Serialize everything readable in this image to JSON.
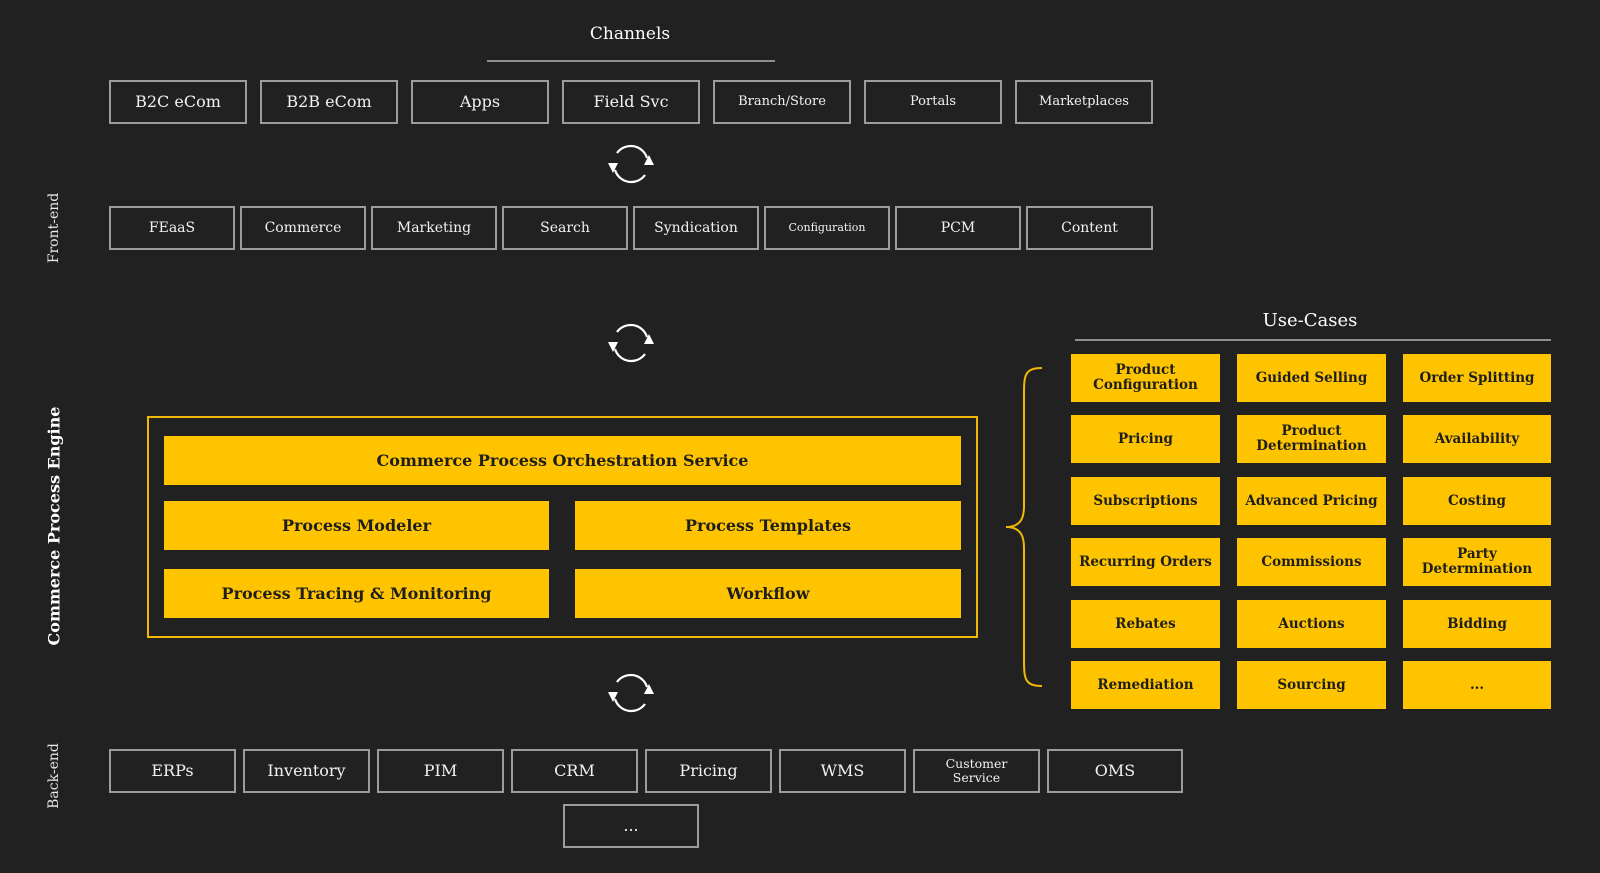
{
  "channels": {
    "title": "Channels",
    "items": [
      "B2C eCom",
      "B2B eCom",
      "Apps",
      "Field Svc",
      "Branch/Store",
      "Portals",
      "Marketplaces"
    ]
  },
  "frontend": {
    "label": "Front-end",
    "items": [
      "FEaaS",
      "Commerce",
      "Marketing",
      "Search",
      "Syndication",
      "Configuration",
      "PCM",
      "Content"
    ]
  },
  "engine": {
    "label": "Commerce Process Engine",
    "orchestration": "Commerce Process Orchestration Service",
    "modeler": "Process Modeler",
    "templates": "Process Templates",
    "tracing": "Process Tracing & Monitoring",
    "workflow": "Workflow"
  },
  "use_cases": {
    "title": "Use-Cases",
    "items": [
      "Product Configuration",
      "Guided Selling",
      "Order Splitting",
      "Pricing",
      "Product Determination",
      "Availability",
      "Subscriptions",
      "Advanced Pricing",
      "Costing",
      "Recurring Orders",
      "Commissions",
      "Party Determination",
      "Rebates",
      "Auctions",
      "Bidding",
      "Remediation",
      "Sourcing",
      "..."
    ]
  },
  "backend": {
    "label": "Back-end",
    "items": [
      "ERPs",
      "Inventory",
      "PIM",
      "CRM",
      "Pricing",
      "WMS",
      "Customer Service",
      "OMS"
    ],
    "more": "..."
  },
  "colors": {
    "background": "#212121",
    "accent": "#ffc400",
    "box_border": "#9c9c9c"
  },
  "icons": [
    "sync-cycle-icon",
    "curly-brace-icon"
  ]
}
